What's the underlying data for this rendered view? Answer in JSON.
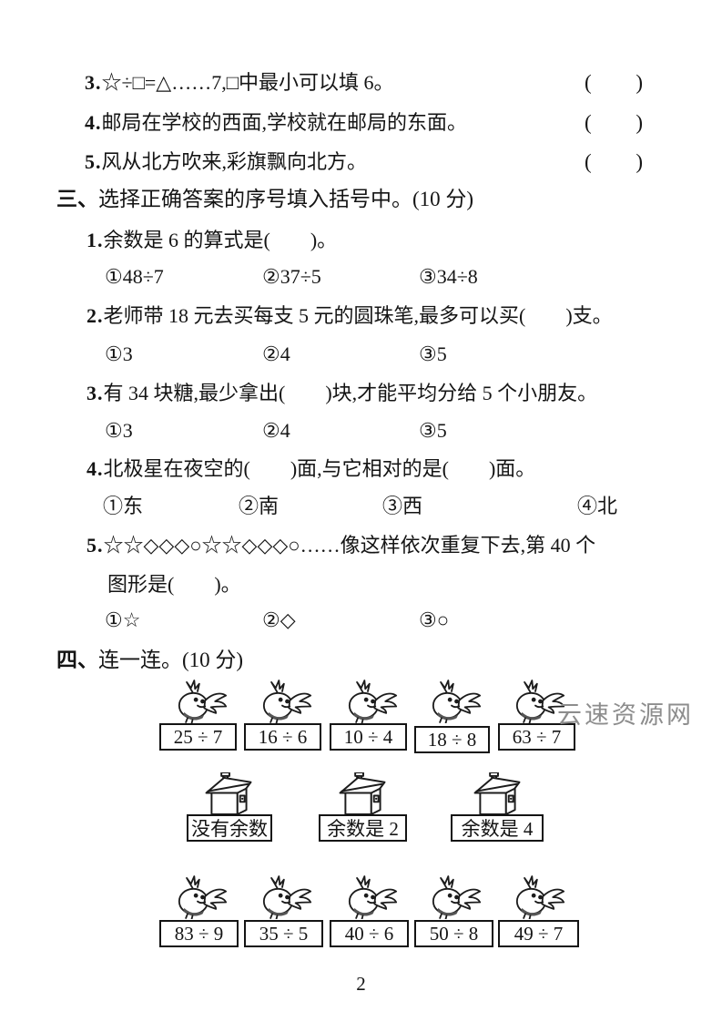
{
  "doc": {
    "page_number": "2",
    "watermark": "云速资源网",
    "bracket_open": "(",
    "bracket_close": ")"
  },
  "truefalse": {
    "q3": {
      "num": "3.",
      "text": "☆÷□=△……7,□中最小可以填 6。"
    },
    "q4": {
      "num": "4.",
      "text": "邮局在学校的西面,学校就在邮局的东面。"
    },
    "q5": {
      "num": "5.",
      "text": "风从北方吹来,彩旗飘向北方。"
    }
  },
  "choice": {
    "heading_num": "三、",
    "heading": "选择正确答案的序号填入括号中。(10 分)",
    "q1": {
      "num": "1.",
      "text": "余数是 6 的算式是(　　)。",
      "opts": [
        "①48÷7",
        "②37÷5",
        "③34÷8"
      ]
    },
    "q2": {
      "num": "2.",
      "text": "老师带 18 元去买每支 5 元的圆珠笔,最多可以买(　　)支。",
      "opts": [
        "①3",
        "②4",
        "③5"
      ]
    },
    "q3": {
      "num": "3.",
      "text": "有 34 块糖,最少拿出(　　)块,才能平均分给 5 个小朋友。",
      "opts": [
        "①3",
        "②4",
        "③5"
      ]
    },
    "q4": {
      "num": "4.",
      "text": "北极星在夜空的(　　)面,与它相对的是(　　)面。",
      "opts": [
        "①东",
        "②南",
        "③西",
        "④北"
      ]
    },
    "q5": {
      "num": "5.",
      "text": "☆☆◇◇◇○☆☆◇◇◇○……像这样依次重复下去,第 40 个",
      "text2": "图形是(　　)。",
      "opts": [
        "①☆",
        "②◇",
        "③○"
      ]
    }
  },
  "match": {
    "heading_num": "四、",
    "heading": "连一连。(10 分)",
    "top": [
      "25 ÷ 7",
      "16 ÷ 6",
      "10 ÷ 4",
      "18 ÷ 8",
      "63 ÷ 7"
    ],
    "mid": [
      "没有余数",
      "余数是 2",
      "余数是 4"
    ],
    "bottom": [
      "83 ÷ 9",
      "35 ÷ 5",
      "40 ÷ 6",
      "50 ÷ 8",
      "49 ÷ 7"
    ]
  }
}
